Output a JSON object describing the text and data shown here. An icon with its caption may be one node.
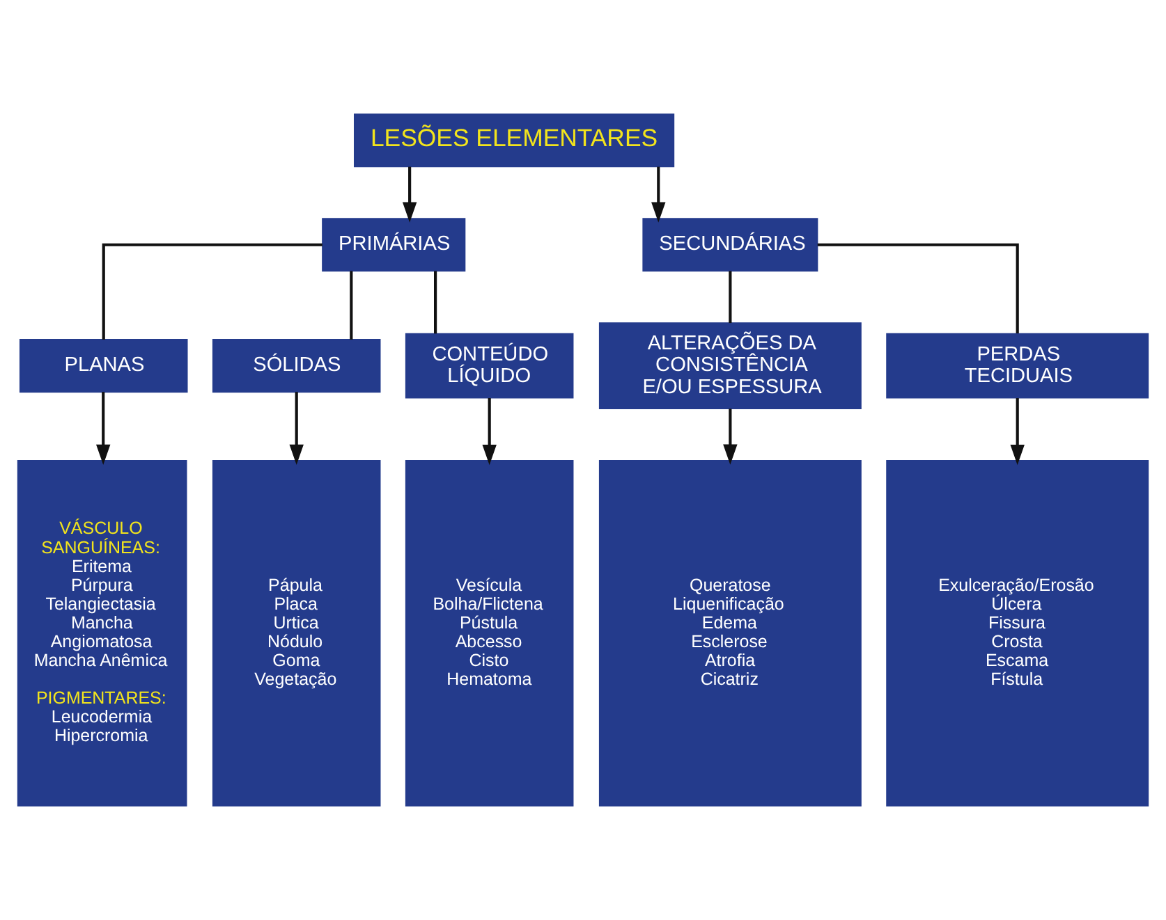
{
  "diagram": {
    "nodes": [
      {
        "text": [
          "LESÕES ELEMENTARES"
        ]
      },
      {
        "text": [
          "PRIMÁRIAS"
        ]
      },
      {
        "text": [
          "SECUNDÁRIAS"
        ]
      },
      {
        "text": [
          "PLANAS"
        ]
      },
      {
        "text": [
          "SÓLIDAS"
        ]
      },
      {
        "text": [
          "CONTEÚDO LÍQUIDO"
        ]
      },
      {
        "text": [
          "ALTERAÇÕES DA CONSISTÊNCIA E/OU ESPESSURA"
        ]
      },
      {
        "text": [
          "PERDAS TECIDUAIS"
        ]
      },
      {
        "text": [
          "VÁSCULO SANGUÍNEAS:",
          "Eritema",
          "Púrpura",
          "Telangiectasia",
          "Mancha Angiomatosa",
          "Mancha Anêmica",
          "PIGMENTARES:",
          "Leucodermia",
          "Hipercromia"
        ]
      },
      {
        "text": [
          "Pápula",
          "Placa",
          "Urtica",
          "Nódulo",
          "Goma",
          "Vegetação"
        ]
      },
      {
        "text": [
          "Vesícula",
          "Bolha/Flictena",
          "Pústula",
          "Abcesso",
          "Cisto",
          "Hematoma"
        ]
      },
      {
        "text": [
          "Queratose",
          "Liquenificação",
          "Edema",
          "Esclerose",
          "Atrofia",
          "Cicatriz"
        ]
      },
      {
        "text": [
          "Exulceração/Erosão",
          "Úlcera",
          "Fissura",
          "Crosta",
          "Escama",
          "Fístula"
        ]
      }
    ],
    "edges": [
      {
        "from": 0,
        "to": 1,
        "arrow": "to"
      },
      {
        "from": 0,
        "to": 2,
        "arrow": "to"
      },
      {
        "from": 1,
        "to": 3,
        "arrow": "none"
      },
      {
        "from": 1,
        "to": 4,
        "arrow": "none"
      },
      {
        "from": 1,
        "to": 5,
        "arrow": "none"
      },
      {
        "from": 2,
        "to": 6,
        "arrow": "none"
      },
      {
        "from": 2,
        "to": 7,
        "arrow": "none"
      },
      {
        "from": 3,
        "to": 8,
        "arrow": "to"
      },
      {
        "from": 4,
        "to": 9,
        "arrow": "to"
      },
      {
        "from": 5,
        "to": 10,
        "arrow": "to"
      },
      {
        "from": 6,
        "to": 11,
        "arrow": "to"
      },
      {
        "from": 7,
        "to": 12,
        "arrow": "to"
      }
    ]
  }
}
